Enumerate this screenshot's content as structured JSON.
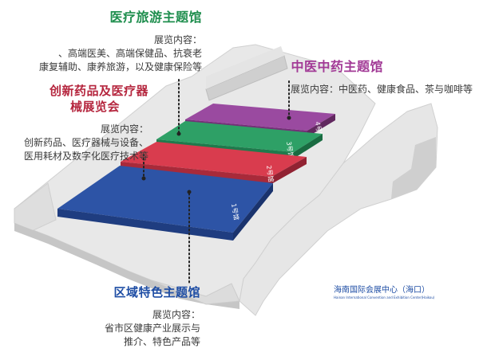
{
  "halls": [
    {
      "id": "hall-1",
      "name": "区域特色主题馆",
      "subtitle": "展览内容：",
      "description": [
        "省市区健康产业展示与",
        "推介、特色产品等"
      ],
      "hall_label": "1号馆",
      "color": "#2d54a6"
    },
    {
      "id": "hall-2",
      "name": "创新药品及医疗器械展览会",
      "name_lines": [
        "创新药品及医疗器",
        "械展览会"
      ],
      "subtitle": "展览内容：",
      "description": [
        "创新药品、医疗器械与设备、",
        "医用耗材及数字化医疗技术等"
      ],
      "hall_label": "2号馆",
      "color": "#d93c4e"
    },
    {
      "id": "hall-3",
      "name": "医疗旅游主题馆",
      "subtitle": "展览内容：",
      "description": [
        "高端医美、高端保健品、抗衰老、",
        "康复辅助、康养旅游，以及健康保险等"
      ],
      "hall_label": "3号馆",
      "color": "#2ea066"
    },
    {
      "id": "hall-4",
      "name": "中医中药主题馆",
      "subtitle": "展览内容：",
      "description": [
        "展览内容：中医药、健康食品、茶与咖啡等"
      ],
      "hall_label": "4号馆",
      "color": "#9a4aa0"
    }
  ],
  "venue": {
    "name": "海南国际会展中心（海口）",
    "name_en": "Hainan International Convention and Exhibition Center(Haikou)"
  },
  "colors": {
    "building_top": "#e6e6e6",
    "building_side": "#c2c2c2",
    "dots": "#222222"
  }
}
